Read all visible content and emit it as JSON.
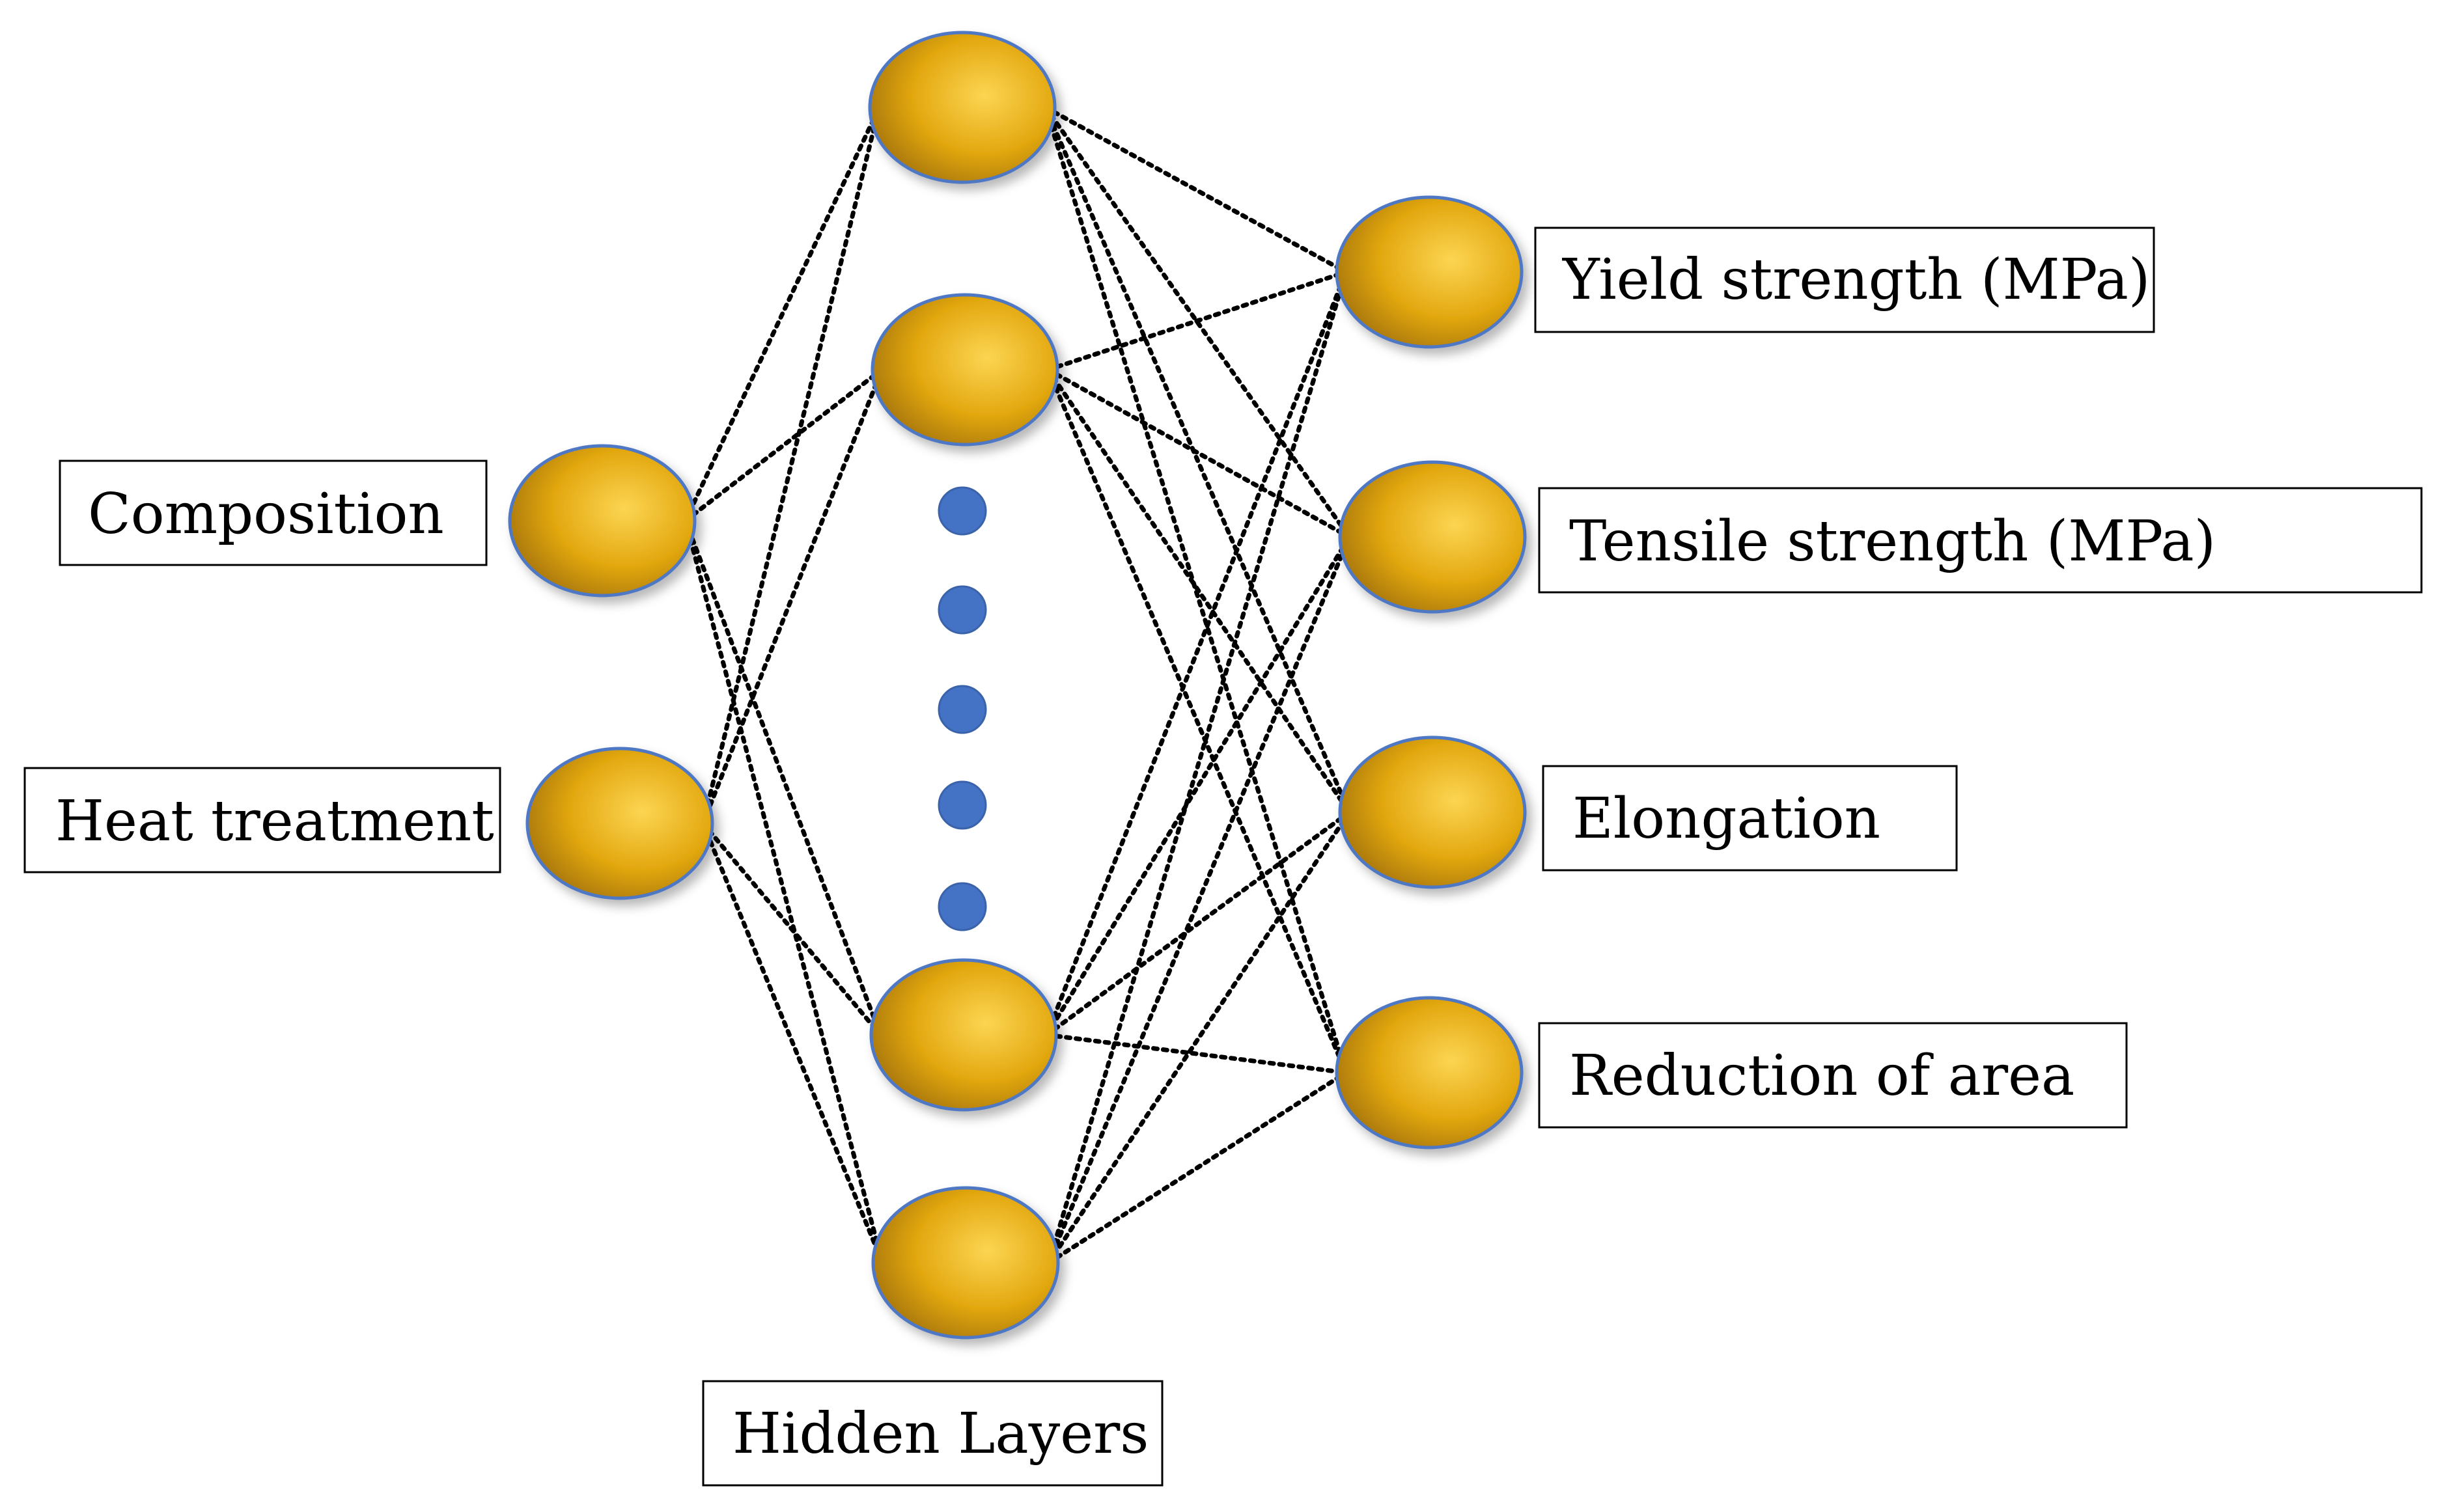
{
  "inputs": [
    "Composition",
    "Heat treatment"
  ],
  "hidden_label": "Hidden Layers",
  "outputs": [
    "Yield strength (MPa)",
    "Tensile strength (MPa)",
    "Elongation",
    "Reduction of area"
  ],
  "colors": {
    "node_fill": "#e6ad14",
    "node_outline": "#4f78c4",
    "ellipsis_dots": "#4472c4",
    "edge": "#000000"
  }
}
